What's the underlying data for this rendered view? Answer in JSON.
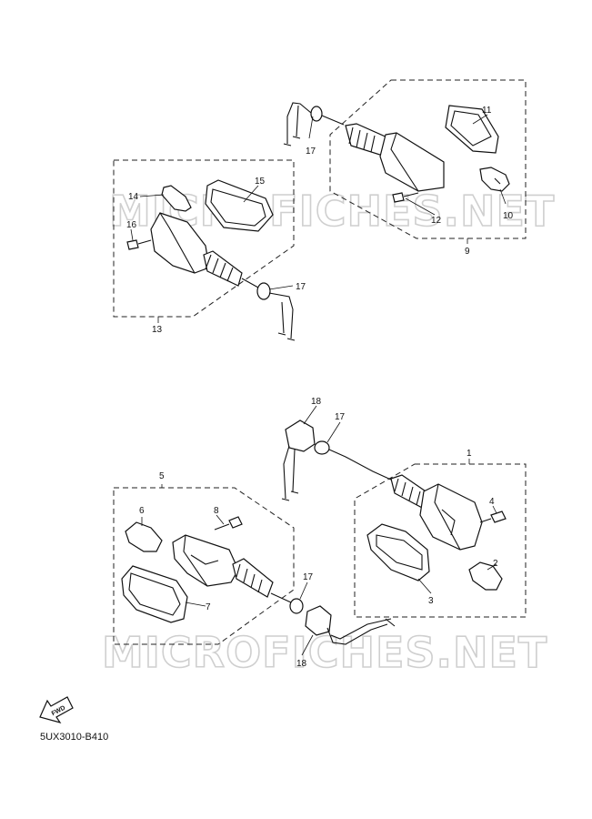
{
  "watermark": "MICROFICHES.NET",
  "drawing_code": "5UX3010-B410",
  "fwd_label": "FWD",
  "callouts": {
    "c1": "1",
    "c2": "2",
    "c3": "3",
    "c4": "4",
    "c5": "5",
    "c6": "6",
    "c7": "7",
    "c8": "8",
    "c9": "9",
    "c10": "10",
    "c11": "11",
    "c12": "12",
    "c13": "13",
    "c14": "14",
    "c15": "15",
    "c16": "16",
    "c17a": "17",
    "c17b": "17",
    "c17c": "17",
    "c17d": "17",
    "c18a": "18",
    "c18b": "18"
  }
}
